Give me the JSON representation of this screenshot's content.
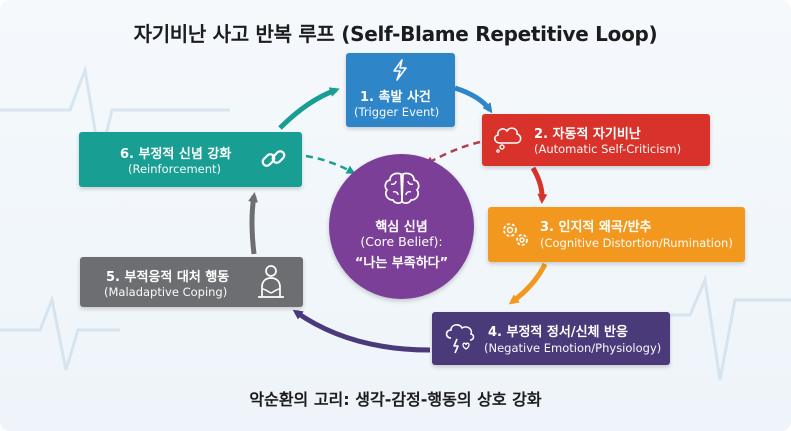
{
  "title": "자기비난 사고 반복 루프 (Self-Blame Repetitive Loop)",
  "caption": "악순환의 고리: 생각-감정-행동의 상호 강화",
  "core": {
    "label": "핵심 신념",
    "sublabel": "(Core Belief):",
    "quote": "“나는 부족하다”",
    "color": "#7b3f98",
    "icon": "brain-icon"
  },
  "steps": [
    {
      "label": "1. 촉발 사건",
      "sublabel": "(Trigger Event)",
      "color": "#2e86c9",
      "icon": "lightning-icon"
    },
    {
      "label": "2. 자동적 자기비난",
      "sublabel": "(Automatic Self-Criticism)",
      "color": "#d8322b",
      "icon": "thought-cloud-icon"
    },
    {
      "label": "3. 인지적 왜곡/반추",
      "sublabel": "(Cognitive Distortion/Rumination)",
      "color": "#f3981e",
      "icon": "gears-icon"
    },
    {
      "label": "4. 부정적 정서/신체 반응",
      "sublabel": "(Negative Emotion/Physiology)",
      "color": "#4a3a7a",
      "icon": "storm-cloud-icon"
    },
    {
      "label": "5. 부적응적 대처 행동",
      "sublabel": "(Maladaptive Coping)",
      "color": "#6d6e71",
      "icon": "sad-person-icon"
    },
    {
      "label": "6. 부정적 신념 강화",
      "sublabel": "(Reinforcement)",
      "color": "#199e93",
      "icon": "chain-link-icon"
    }
  ]
}
